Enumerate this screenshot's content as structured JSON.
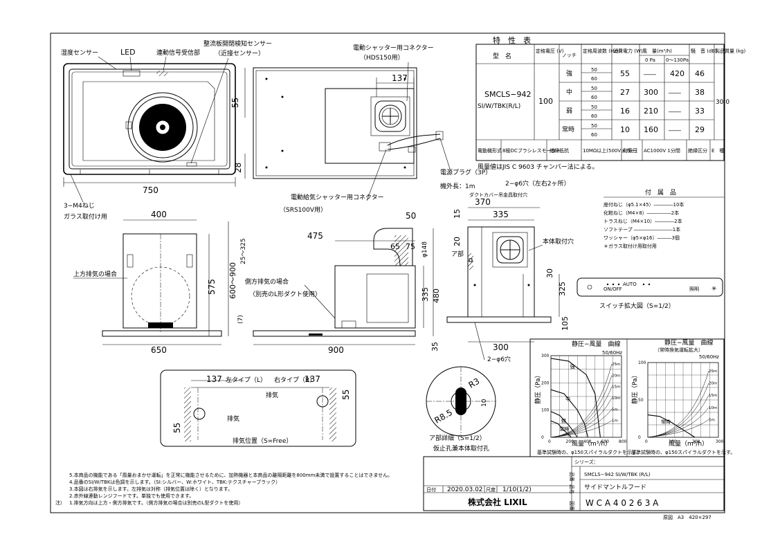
{
  "callouts": {
    "humidity_sensor": "湿度センサー",
    "led": "LED",
    "signal_receiver": "連動信号受信部",
    "rectifier_sensor": "整流板開閉検知センサー",
    "proximity_sensor": "（近接センサー）",
    "shutter_connector": "電動シャッター用コネクター",
    "hds150": "（HDS150用）",
    "supply_shutter_connector": "電動給気シャッター用コネクター",
    "srs100v": "（SRS100V用）",
    "power_plug": "電源プラグ（3P）",
    "cord_length": "機外長：1m",
    "m4_screws": "3−M4ねじ",
    "glass_mount": "ガラス取付け用",
    "holes_6": "2−φ6穴（左右2ヶ所）",
    "duct_cover_hole": "ダクトカバー吊金具取付穴",
    "body_mount_hole": "本体取付穴",
    "a_part": "ア部",
    "top_exhaust": "上方排気の場合",
    "side_exhaust": "側方排気の場合",
    "l_duct_note": "（別売のL形ダクト使用）",
    "holes_6b": "2−φ6穴",
    "switch_caption": "スイッチ拡大図（S=1/2）",
    "exhaust_position": "排気位置（S=Free）",
    "left_type": "左タイプ（L）",
    "right_type": "右タイプ（R）",
    "exhaust": "排気",
    "a_detail": "ア部詳細（S=1/2）",
    "temp_hole": "仮止孔兼本体取付孔"
  },
  "dimensions": {
    "d750": "750",
    "d55": "55",
    "d28": "28",
    "d137": "137",
    "d400": "400",
    "d575": "575",
    "d600_900": "600〜900",
    "d25_325": "25〜325",
    "d7": "(7)",
    "d650": "650",
    "d475": "475",
    "d50": "50",
    "d65": "65",
    "d75": "75",
    "d148": "φ148",
    "d15": "15",
    "d20": "20",
    "d335": "335",
    "d480": "480",
    "d900": "900",
    "d35": "35",
    "d370": "370",
    "d335b": "335",
    "d30": "30",
    "d325": "325",
    "d105": "105",
    "d300": "300",
    "d137L": "137",
    "d137R": "137",
    "d55L": "55",
    "d55R": "55",
    "r3": "R3",
    "r85": "R8.5",
    "d10": "10"
  },
  "spec": {
    "title": "特　性　表",
    "headers": {
      "model": "型　名",
      "voltage": "定格電圧 (V)",
      "notch": "ノッチ",
      "freq": "定格周波数 (Hz)",
      "power": "消費電力 (W)",
      "airflow": "風　量(m³/h)",
      "pa0": "0 Pa",
      "pa130": "0〜130Pa",
      "noise": "騒　音 (dB)",
      "weight": "製品質量 (kg)"
    },
    "model": "SMCLS−942",
    "model2": "SI/W/TBK(R/L)",
    "voltage": "100",
    "weight": "30.0",
    "rows": [
      {
        "notch": "強",
        "f1": "50",
        "f2": "60",
        "power": "55",
        "q0": "――",
        "q130": "420",
        "db": "46"
      },
      {
        "notch": "中",
        "f1": "50",
        "f2": "60",
        "power": "27",
        "q0": "300",
        "q130": "――",
        "db": "38"
      },
      {
        "notch": "弱",
        "f1": "50",
        "f2": "60",
        "power": "16",
        "q0": "210",
        "q130": "――",
        "db": "33"
      },
      {
        "notch": "常時",
        "f1": "50",
        "f2": "60",
        "power": "10",
        "q0": "160",
        "q130": "――",
        "db": "29"
      }
    ],
    "motor_label": "電動機形式",
    "motor_value": "8極DCブラシレスモーター",
    "insulation_label": "絶縁抵抗",
    "insulation_value": "10MΩ以上(500Vメガー)",
    "voltage_withstand_label": "耐電圧",
    "voltage_withstand_value": "AC1000V 1分間",
    "class_label": "絶縁区分",
    "class_value": "E　種",
    "note": "風量値はJIS C 9603 チャンバー法による。"
  },
  "accessories": {
    "title": "付　属　品",
    "items": [
      "座付ねじ（φ5.1×45）――――10本",
      "化粧ねじ（M4×8）―――――2本",
      "トラスねじ（M4×10）――――2本",
      "ソフトテープ ――――――――1本",
      "ワッシャー（φ5×φ16）―――3個",
      "＊ガラス取付け用取付用"
    ]
  },
  "chart_data": [
    {
      "type": "line",
      "title": "静圧−風量　曲線",
      "subtitle": "50/60Hz",
      "xlabel": "風量（m³/h）",
      "ylabel": "静圧（Pa）",
      "xlim": [
        0,
        800
      ],
      "ylim": [
        0,
        300
      ],
      "x_ticks": [
        "0",
        "200",
        "400",
        "600",
        "800"
      ],
      "y_ticks": [
        "0",
        "100",
        "200",
        "300"
      ],
      "duct_labels": [
        "25m",
        "20m",
        "15m",
        "10m",
        "5m",
        "1m"
      ],
      "series": [
        {
          "name": "強",
          "x": [
            0,
            200,
            400,
            500,
            560
          ],
          "y": [
            290,
            280,
            230,
            160,
            0
          ]
        },
        {
          "name": "中",
          "x": [
            0,
            150,
            300,
            380,
            420
          ],
          "y": [
            175,
            160,
            100,
            50,
            0
          ]
        },
        {
          "name": "弱",
          "x": [
            0,
            100,
            200,
            260,
            300
          ],
          "y": [
            95,
            80,
            45,
            20,
            0
          ]
        },
        {
          "name": "常時",
          "x": [
            0,
            80,
            150,
            200,
            230
          ],
          "y": [
            60,
            50,
            25,
            10,
            0
          ]
        }
      ],
      "note": "基準試験時の、φ150スパイラルダクトを示す。"
    },
    {
      "type": "line",
      "title": "静圧−風量　曲線",
      "subtitle": "（常時換気運転拡大）",
      "subtitle2": "50/60Hz",
      "xlabel": "風量（m³/h）",
      "ylabel": "静圧（Pa）",
      "xlim": [
        0,
        300
      ],
      "ylim": [
        0,
        100
      ],
      "x_ticks": [
        "0",
        "100",
        "200",
        "300"
      ],
      "y_ticks": [
        "0",
        "50",
        "100"
      ],
      "duct_labels": [
        "25m",
        "20m",
        "15m",
        "10m",
        "5m"
      ],
      "series": [
        {
          "name": "常時",
          "x": [
            0,
            50,
            100,
            150,
            200
          ],
          "y": [
            30,
            28,
            20,
            10,
            0
          ]
        }
      ],
      "note": "基準試験時の、φ150スパイラルダクトを示す。"
    }
  ],
  "chart_labels": {
    "strong": "強",
    "mid": "中",
    "weak": "弱",
    "always": "常時"
  },
  "notes": {
    "label": "注）",
    "lines": [
      "5.本商品の機能である「風量おまかせ運転」を正常に機能させるために、加熱機器と本商品の離隔距離を800mm未満で設置することはできません。",
      "4.品番のSI/W/TBKは色調を示します。（SI:シルバー、W:ホワイト、TBK:テクスチャーブラック）",
      "3.本図は右排気を示します。左排気は対称（排気位置は除く）となります。",
      "2.赤外線連動レンジフードです。単独でも使用できます。",
      "1.排気方向は上方・側方排気です。（側方排気の場合は別売のL型ダクトを使用）"
    ]
  },
  "title_block": {
    "series_label": "シリーズ：",
    "model_label": "品番",
    "model_value": "SMCLS−942 SI/W/TBK (R/L)",
    "name_label": "品名",
    "name_value": "サイドマントルフード",
    "date_label": "日付",
    "date_value": "2020.03.02",
    "scale_label": "尺度",
    "scale_value": "1/10(1/2)",
    "company": "株式会社 LIXIL",
    "drawing_label": "図番",
    "drawing_value": "W C A 4 0 2 6 3 A",
    "sheet_info": "原図　A3　420×297"
  },
  "switch_panel": {
    "labels": [
      "ON/OFF",
      "AUTO",
      "照明"
    ]
  }
}
